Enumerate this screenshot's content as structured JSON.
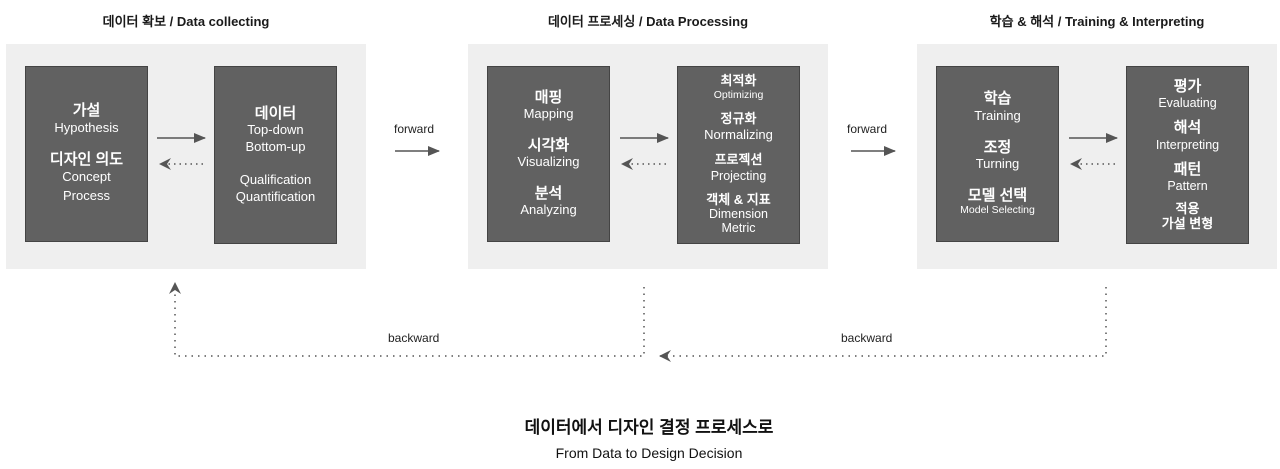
{
  "stages": [
    {
      "title": "데이터 확보 / Data collecting",
      "left_box": {
        "items": [
          {
            "ko": "가설",
            "en": "Hypothesis"
          },
          {
            "ko": "디자인 의도",
            "en": "Concept\nProcess"
          }
        ]
      },
      "right_box": {
        "items": [
          {
            "ko": "데이터",
            "en": "Top-down\nBottom-up"
          },
          {
            "ko": "",
            "en": "Qualification\nQuantification"
          }
        ]
      }
    },
    {
      "title": "데이터 프로세싱 / Data Processing",
      "left_box": {
        "items": [
          {
            "ko": "매핑",
            "en": "Mapping"
          },
          {
            "ko": "시각화",
            "en": "Visualizing"
          },
          {
            "ko": "분석",
            "en": "Analyzing"
          }
        ]
      },
      "right_box": {
        "items": [
          {
            "ko": "최적화",
            "en": "Optimizing"
          },
          {
            "ko": "정규화",
            "en": "Normalizing"
          },
          {
            "ko": "프로젝션",
            "en": "Projecting"
          },
          {
            "ko": "객체 & 지표",
            "en": "Dimension\nMetric"
          }
        ]
      }
    },
    {
      "title": "학습 & 해석 / Training & Interpreting",
      "left_box": {
        "items": [
          {
            "ko": "학습",
            "en": "Training"
          },
          {
            "ko": "조정",
            "en": "Turning"
          },
          {
            "ko": "모델 선택",
            "en": "Model Selecting"
          }
        ]
      },
      "right_box": {
        "items": [
          {
            "ko": "평가",
            "en": "Evaluating"
          },
          {
            "ko": "해석",
            "en": "Interpreting"
          },
          {
            "ko": "패턴",
            "en": "Pattern"
          },
          {
            "ko": "적용",
            "en": ""
          },
          {
            "ko": "가설 변형",
            "en": ""
          }
        ]
      }
    }
  ],
  "flows": {
    "forward_label": "forward",
    "backward_label": "backward"
  },
  "footer": {
    "title": "데이터에서 디자인 결정 프로세스로",
    "subtitle": "From Data to Design Decision"
  },
  "colors": {
    "panel_bg": "#efefef",
    "box_bg": "#616161",
    "arrow": "#555555",
    "text_on_box": "#ffffff"
  }
}
